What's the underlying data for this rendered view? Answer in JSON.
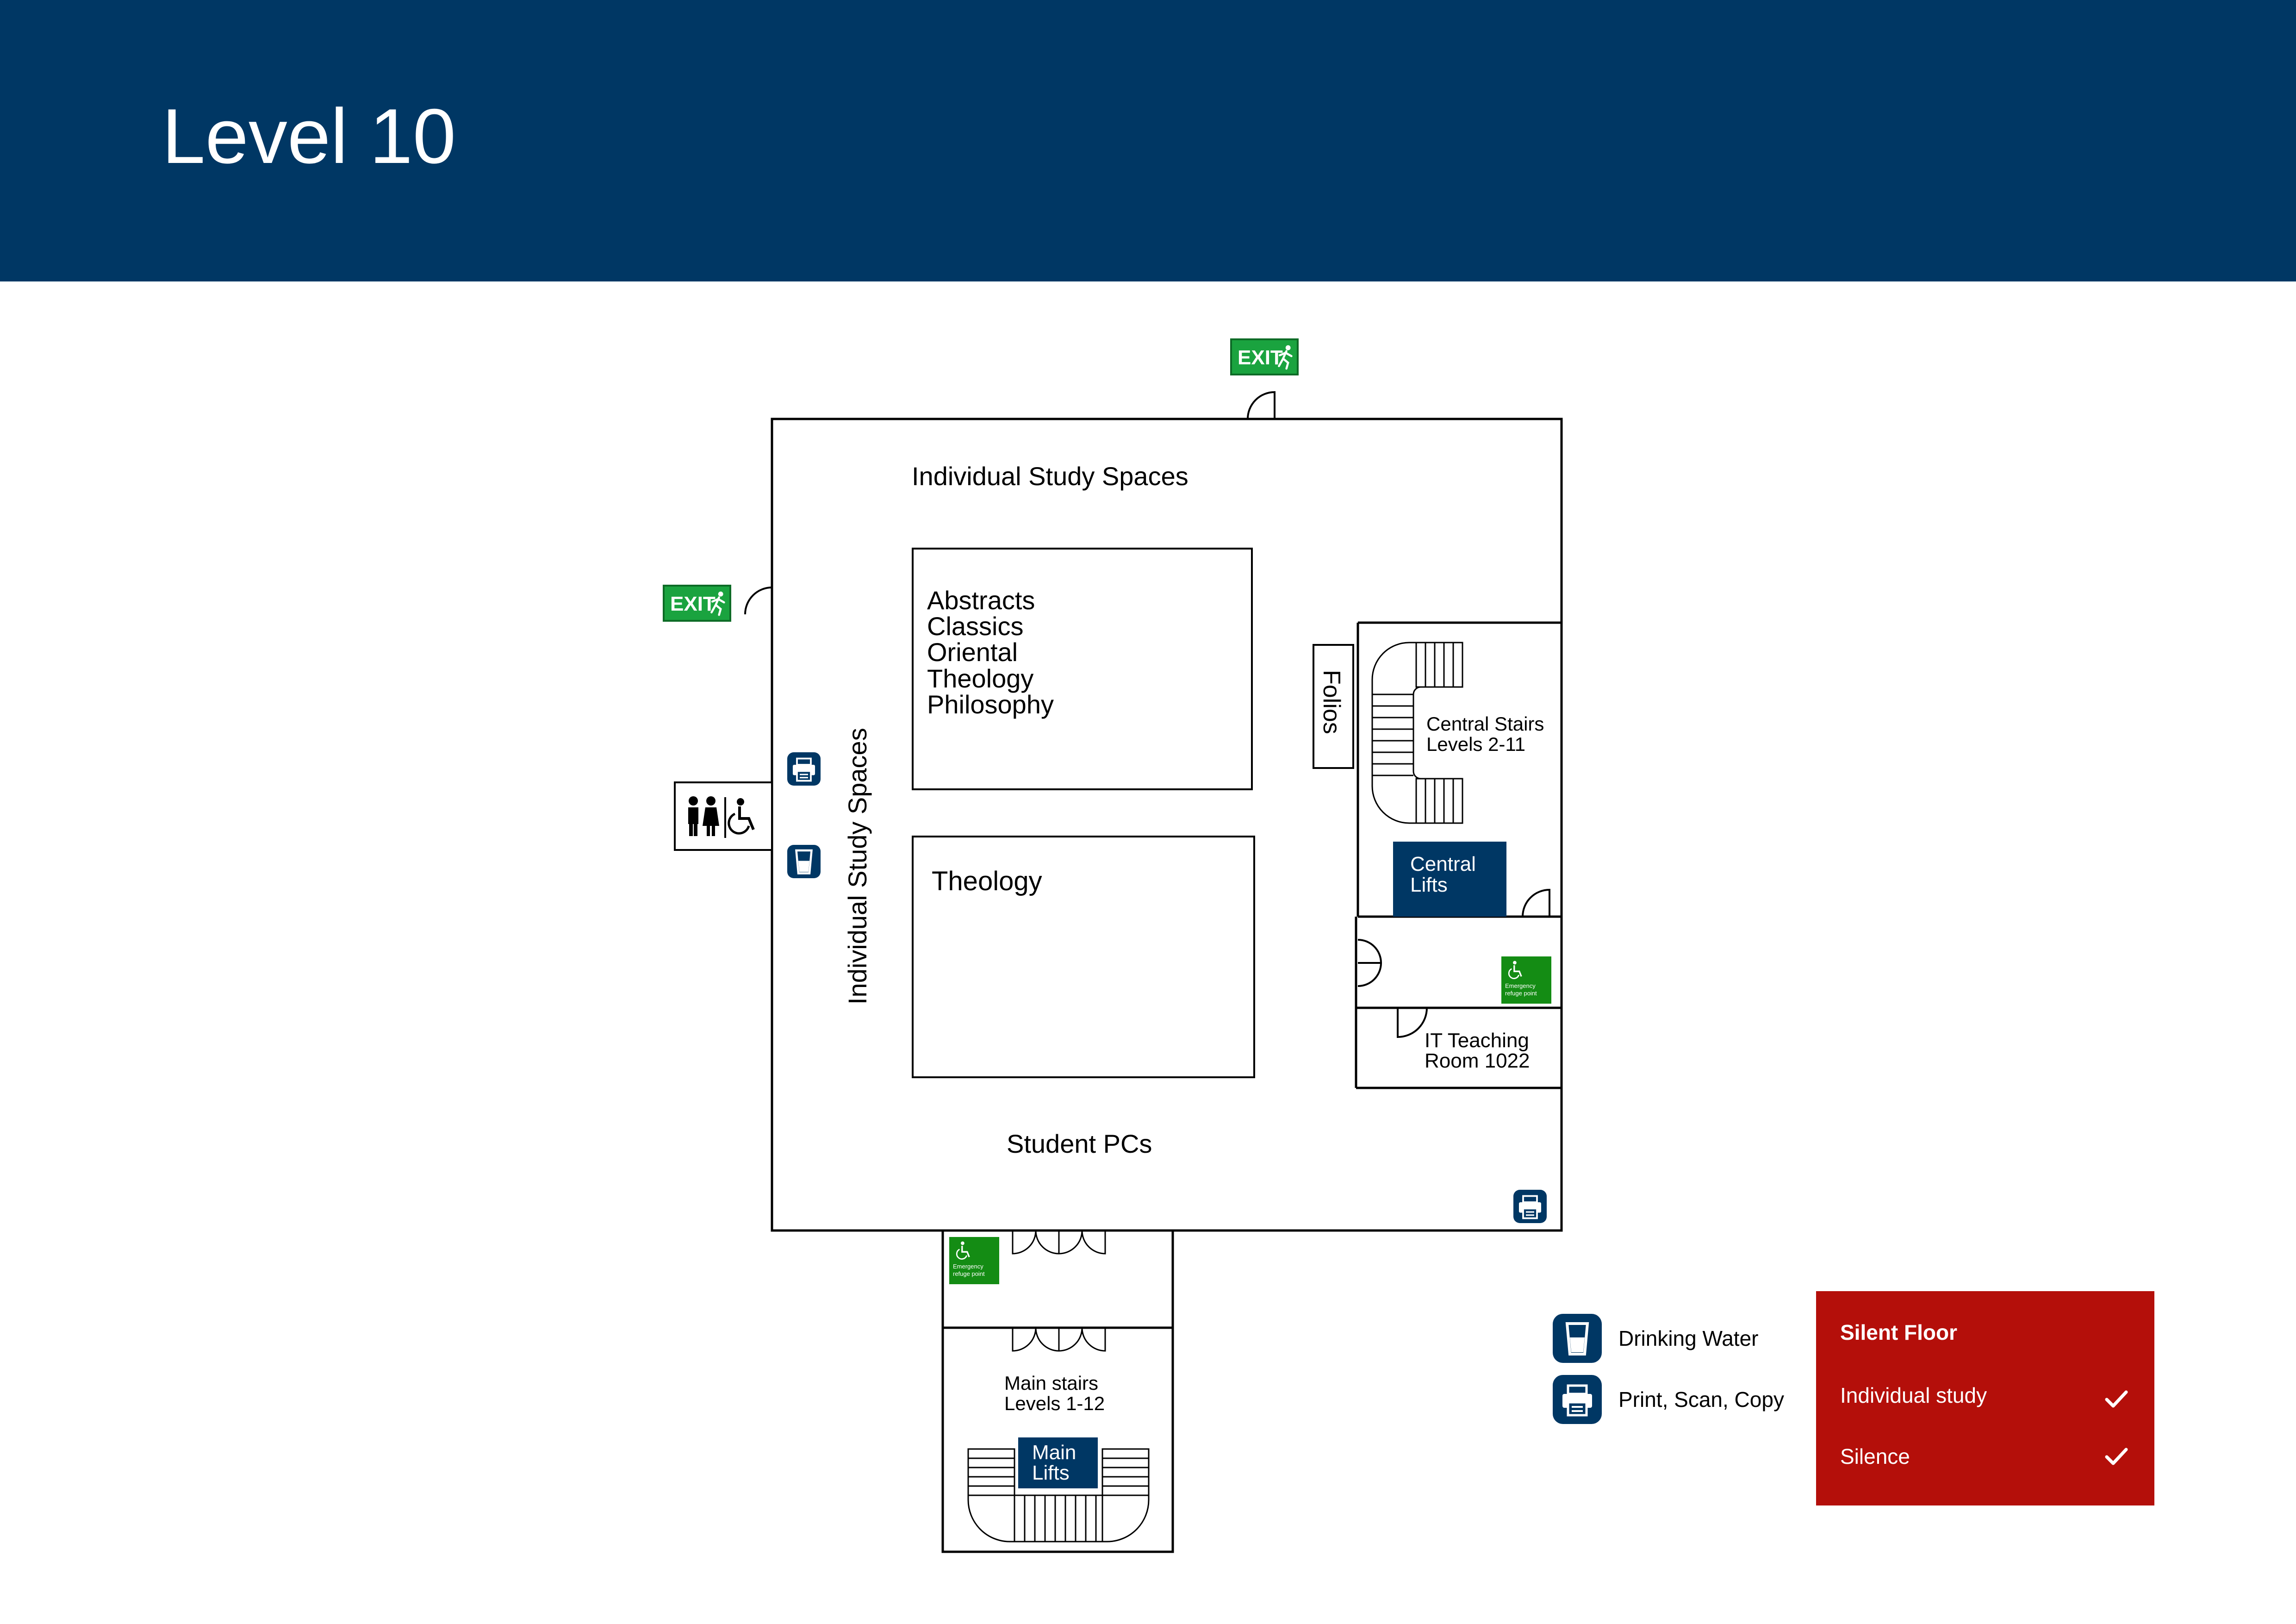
{
  "header": {
    "title": "Level 10",
    "background": "#003764"
  },
  "colors": {
    "exit_green": "#1aa33f",
    "refuge_green": "#148c14",
    "navy": "#003764",
    "silent_red": "#b40f0a"
  },
  "map": {
    "study_top": "Individual Study Spaces",
    "study_left": "Individual Study Spaces",
    "shelves_block_1": [
      "Abstracts",
      "Classics",
      "Oriental",
      "Theology",
      "Philosophy"
    ],
    "shelves_block_2": "Theology",
    "folios": "Folios",
    "student_pcs": "Student PCs",
    "central_stairs": [
      "Central Stairs",
      "Levels 2-11"
    ],
    "central_lifts": [
      "Central",
      "Lifts"
    ],
    "it_room": [
      "IT Teaching",
      "Room 1022"
    ],
    "main_stairs": [
      "Main stairs",
      "Levels 1-12"
    ],
    "main_lifts": [
      "Main",
      "Lifts"
    ],
    "exit_sign": "EXIT",
    "refuge_point": [
      "Emergency",
      "refuge point"
    ],
    "icons": [
      "exit-sign-icon",
      "toilets-icon",
      "accessible-toilet-icon",
      "printer-icon",
      "drinking-water-icon",
      "wheelchair-icon"
    ]
  },
  "legend": {
    "items": [
      {
        "icon": "drinking-water-icon",
        "label": "Drinking Water"
      },
      {
        "icon": "printer-icon",
        "label": "Print, Scan, Copy"
      }
    ]
  },
  "silent_floor": {
    "title": "Silent Floor",
    "rows": [
      {
        "label": "Individual study",
        "checked": true
      },
      {
        "label": "Silence",
        "checked": true
      }
    ]
  }
}
